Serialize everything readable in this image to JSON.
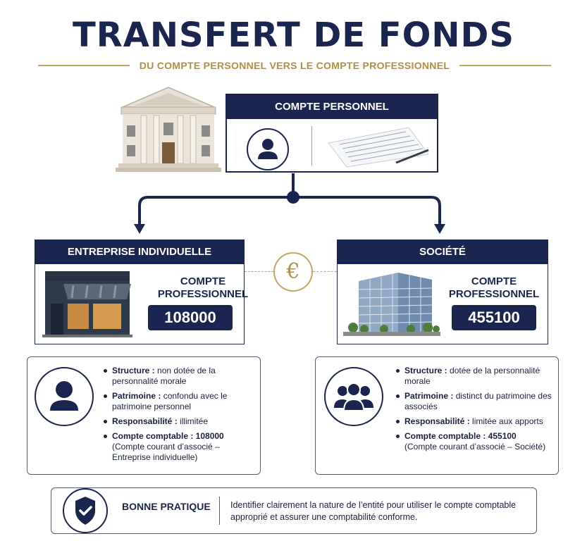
{
  "title": "TRANSFERT DE FONDS",
  "subtitle": "DU COMPTE PERSONNEL VERS LE COMPTE PROFESSIONNEL",
  "personal": {
    "label": "COMPTE PERSONNEL"
  },
  "left": {
    "heading": "ENTREPRISE INDIVIDUELLE",
    "account_label_1": "COMPTE",
    "account_label_2": "PROFESSIONNEL",
    "account_number": "108000",
    "details": [
      {
        "label": "Structure :",
        "text": " non dotée de la personnalité morale"
      },
      {
        "label": "Patrimoine :",
        "text": " confondu avec le patrimoine personnel"
      },
      {
        "label": "Responsabilité :",
        "text": " illimitée"
      },
      {
        "label": "Compte comptable : 108000",
        "text": "(Compte courant d’associé – Entreprise individuelle)"
      }
    ]
  },
  "right": {
    "heading": "SOCIÉTÉ",
    "account_label_1": "COMPTE",
    "account_label_2": "PROFESSIONNEL",
    "account_number": "455100",
    "details": [
      {
        "label": "Structure :",
        "text": " dotée de la personnalité morale"
      },
      {
        "label": "Patrimoine :",
        "text": " distinct du patrimoine des associés"
      },
      {
        "label": "Responsabilité :",
        "text": " limitée aux apports"
      },
      {
        "label": "Compte comptable : 455100",
        "text": "(Compte courant d’associé – Société)"
      }
    ]
  },
  "euro_symbol": "€",
  "best_practice": {
    "label": "BONNE PRATIQUE",
    "text": "Identifier clairement la nature de l’entité pour utiliser le compte comptable approprié et assurer une comptabilité conforme."
  },
  "colors": {
    "navy": "#1a2550",
    "gold": "#c9a55c"
  }
}
